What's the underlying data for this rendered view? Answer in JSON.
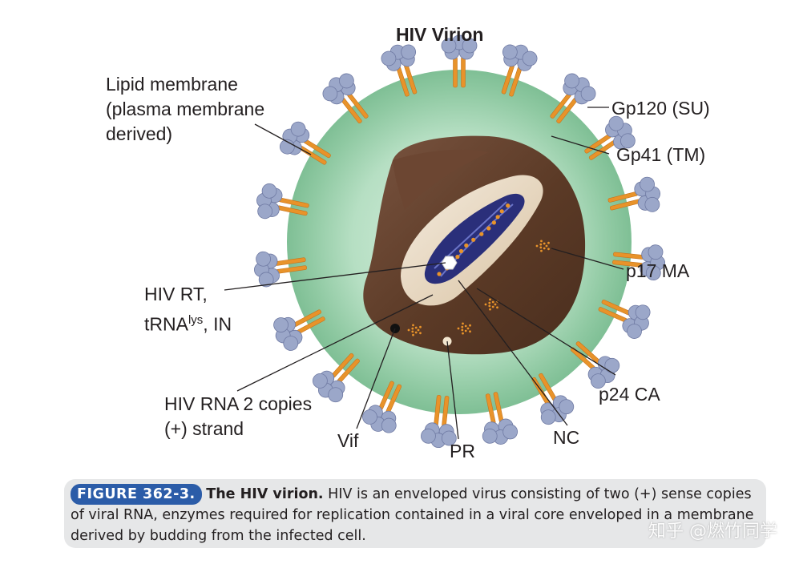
{
  "diagram": {
    "title": "HIV Virion",
    "labels": {
      "lipid_membrane": [
        "Lipid membrane",
        "(plasma membrane",
        "derived)"
      ],
      "gp120": "Gp120 (SU)",
      "gp41": "Gp41 (TM)",
      "p17": "p17 MA",
      "hiv_rt_line1": "HIV RT,",
      "hiv_rt_line2_prefix": "tRNA",
      "hiv_rt_line2_sup": "lys",
      "hiv_rt_line2_suffix": ", IN",
      "rna": [
        "HIV RNA 2 copies",
        "(+) strand"
      ],
      "vif": "Vif",
      "pr": "PR",
      "nc": "NC",
      "p24": "p24 CA"
    },
    "colors": {
      "membrane_green": "#8fc9a2",
      "capsid_brown": "#5b3a26",
      "core_beige": "#e8d8c0",
      "rna_navy": "#2a2f7a",
      "spike_orange": "#e8932a",
      "spike_head": "#9ba7c9",
      "caption_blue": "#2b5ca8"
    }
  },
  "caption": {
    "figure_tag": "FIGURE 362-3.",
    "bold_part": "The HIV virion.",
    "text": "HIV is an enveloped virus consisting of two (+) sense copies of viral RNA, enzymes required for replication contained in a viral core enveloped in a membrane derived by budding from the infected cell."
  },
  "watermark": "知乎 @燃竹同学"
}
